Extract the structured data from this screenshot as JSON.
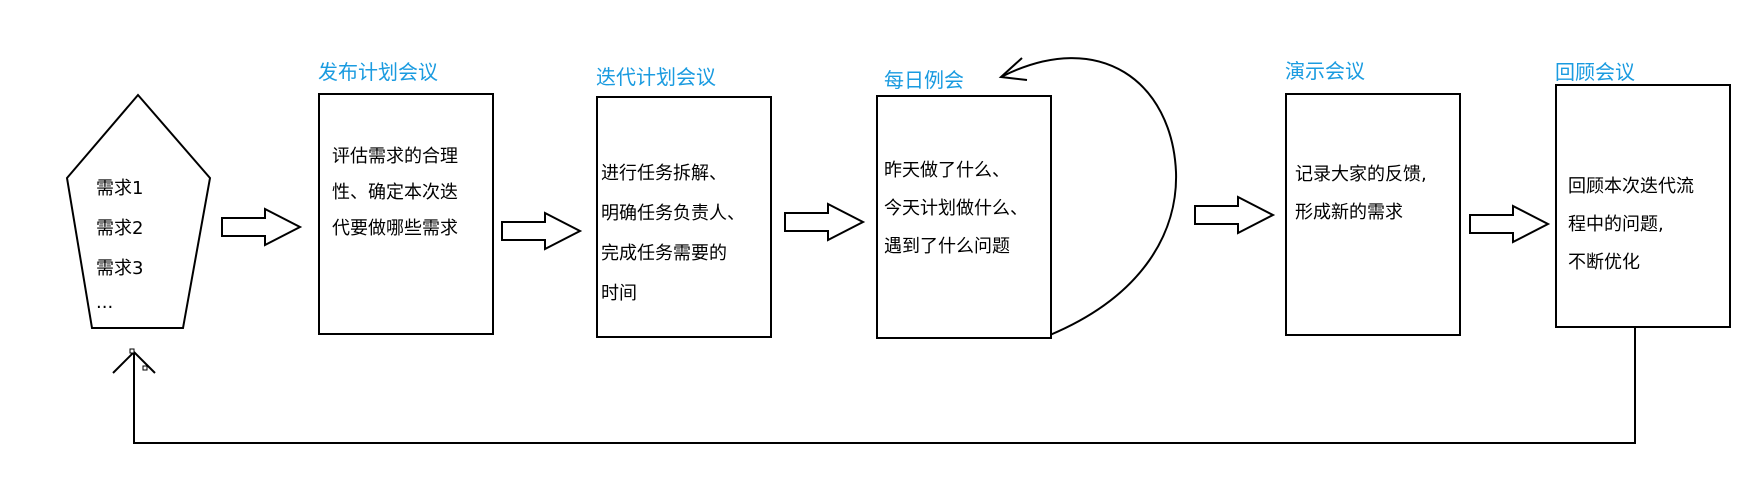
{
  "requirements": [
    "需求1",
    "需求2",
    "需求3",
    "..."
  ],
  "stages": [
    {
      "title": "发布计划会议",
      "lines": [
        "评估需求的合理",
        "性、确定本次迭",
        "代要做哪些需求"
      ]
    },
    {
      "title": "迭代计划会议",
      "lines": [
        "进行任务拆解、",
        "明确任务负责人、",
        "完成任务需要的",
        "时间"
      ]
    },
    {
      "title": "每日例会",
      "lines": [
        "昨天做了什么、",
        "今天计划做什么、",
        "遇到了什么问题"
      ]
    },
    {
      "title": "演示会议",
      "lines": [
        "记录大家的反馈,",
        "形成新的需求"
      ]
    },
    {
      "title": "回顾会议",
      "lines": [
        "回顾本次迭代流",
        "程中的问题,",
        "不断优化"
      ]
    }
  ],
  "colors": {
    "title": "#1a9be0",
    "stroke": "#000000"
  }
}
